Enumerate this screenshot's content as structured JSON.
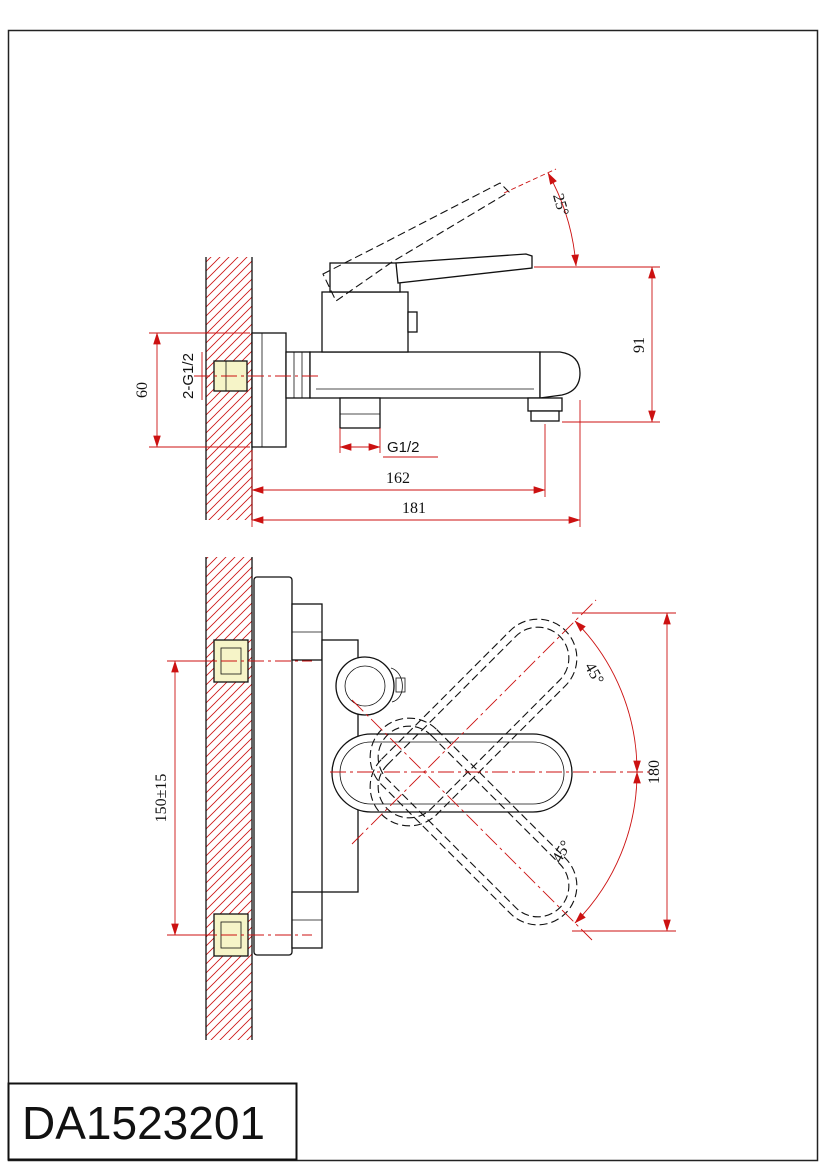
{
  "page": {
    "background": "#ffffff"
  },
  "title_block": {
    "model_number": "DA1523201"
  },
  "drawing": {
    "colors": {
      "part_outline": "#111111",
      "dimension_lines": "#cc1111",
      "wall_hatching": "#cc1111",
      "centerlines": "#cc1111",
      "connector_fill": "#f6f4c8"
    }
  },
  "side_view": {
    "dimensions": {
      "handle_open_angle": "25°",
      "outlet_height": "91",
      "escutcheon_height": "60",
      "wall_inlet_thread": "2-G1/2",
      "hose_outlet_thread": "G1/2",
      "aerator_reach": "162",
      "overall_reach": "181"
    }
  },
  "front_view": {
    "dimensions": {
      "handle_swing_upper": "45°",
      "handle_swing_lower": "45°",
      "overall_height": "180",
      "inlet_center_distance": "150±15"
    }
  }
}
